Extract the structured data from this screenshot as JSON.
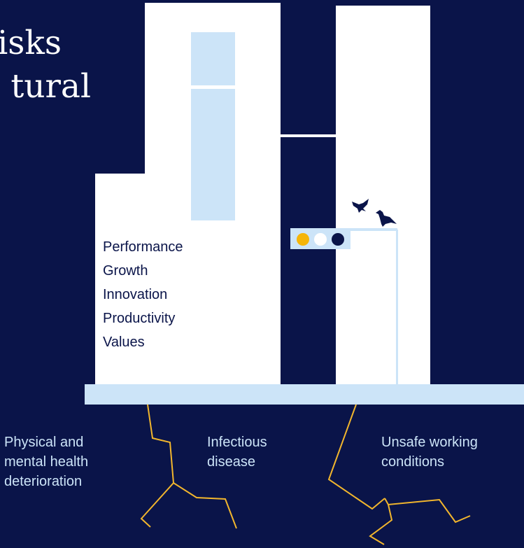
{
  "title": {
    "line1": "isks",
    "line2": "tural"
  },
  "building_values": [
    "Performance",
    "Growth",
    "Innovation",
    "Productivity",
    "Values"
  ],
  "risks": [
    {
      "label": "Physical and\nmental health\ndeterioration"
    },
    {
      "label": "Infectious\ndisease"
    },
    {
      "label": "Unsafe working\nconditions"
    }
  ],
  "traffic_light": {
    "colors": [
      "#f5b50a",
      "#ffffff",
      "#0a1449"
    ]
  },
  "colors": {
    "background": "#0a1449",
    "building": "#ffffff",
    "accent_light": "#cce4f8",
    "crack": "#f2b62d"
  },
  "icons": [
    "bird-icon",
    "bird-icon"
  ]
}
